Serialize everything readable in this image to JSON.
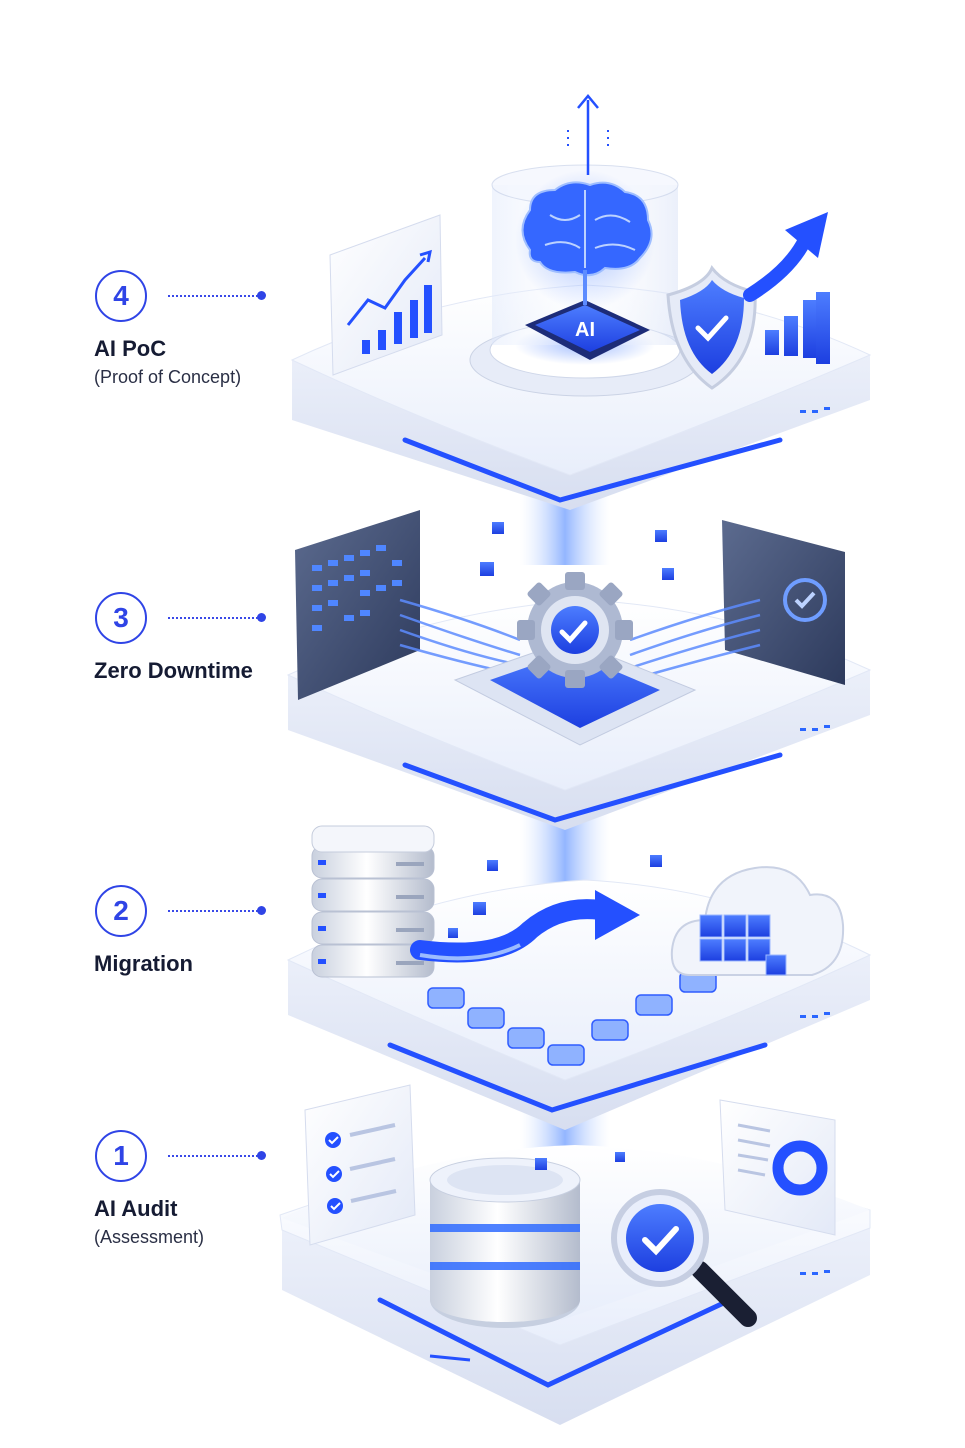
{
  "steps": [
    {
      "number": "4",
      "title": "AI PoC",
      "subtitle": "(Proof of Concept)",
      "icon": "brain-chip-icon"
    },
    {
      "number": "3",
      "title": "Zero Downtime",
      "subtitle": "",
      "icon": "gear-sync-icon"
    },
    {
      "number": "2",
      "title": "Migration",
      "subtitle": "",
      "icon": "server-to-cloud-icon"
    },
    {
      "number": "1",
      "title": "AI Audit",
      "subtitle": "(Assessment)",
      "icon": "database-magnifier-icon"
    }
  ],
  "illustration": {
    "chip_label": "AI"
  },
  "colors": {
    "accent": "#2f44e6",
    "accent_bright": "#1f5bff",
    "platform": "#f3f6fd",
    "text": "#151b33"
  }
}
